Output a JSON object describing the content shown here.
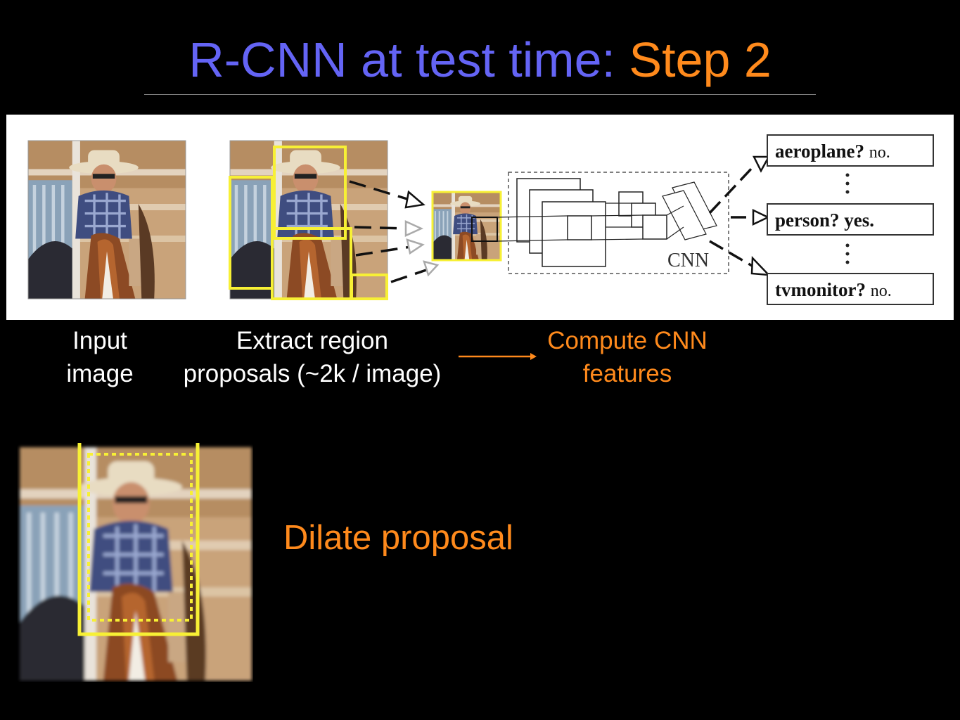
{
  "title": {
    "prefix": "R-CNN at test time: ",
    "highlight": "Step 2",
    "prefix_color": "#6464f5",
    "highlight_color": "#ff8a1c"
  },
  "figure": {
    "cnn_label": "CNN",
    "outputs": [
      {
        "cls": "aeroplane?",
        "ans": "no."
      },
      {
        "cls": "person?",
        "ans": "yes."
      },
      {
        "cls": "tvmonitor?",
        "ans": "no."
      }
    ],
    "proposal_box_color": "#f7f035"
  },
  "steps": {
    "input": [
      "Input",
      "image"
    ],
    "extract": [
      "Extract region",
      "proposals (~2k / image)"
    ],
    "compute": [
      "Compute CNN",
      "features"
    ],
    "active_color": "#ff8a1c"
  },
  "dilate": {
    "caption": "Dilate proposal"
  }
}
